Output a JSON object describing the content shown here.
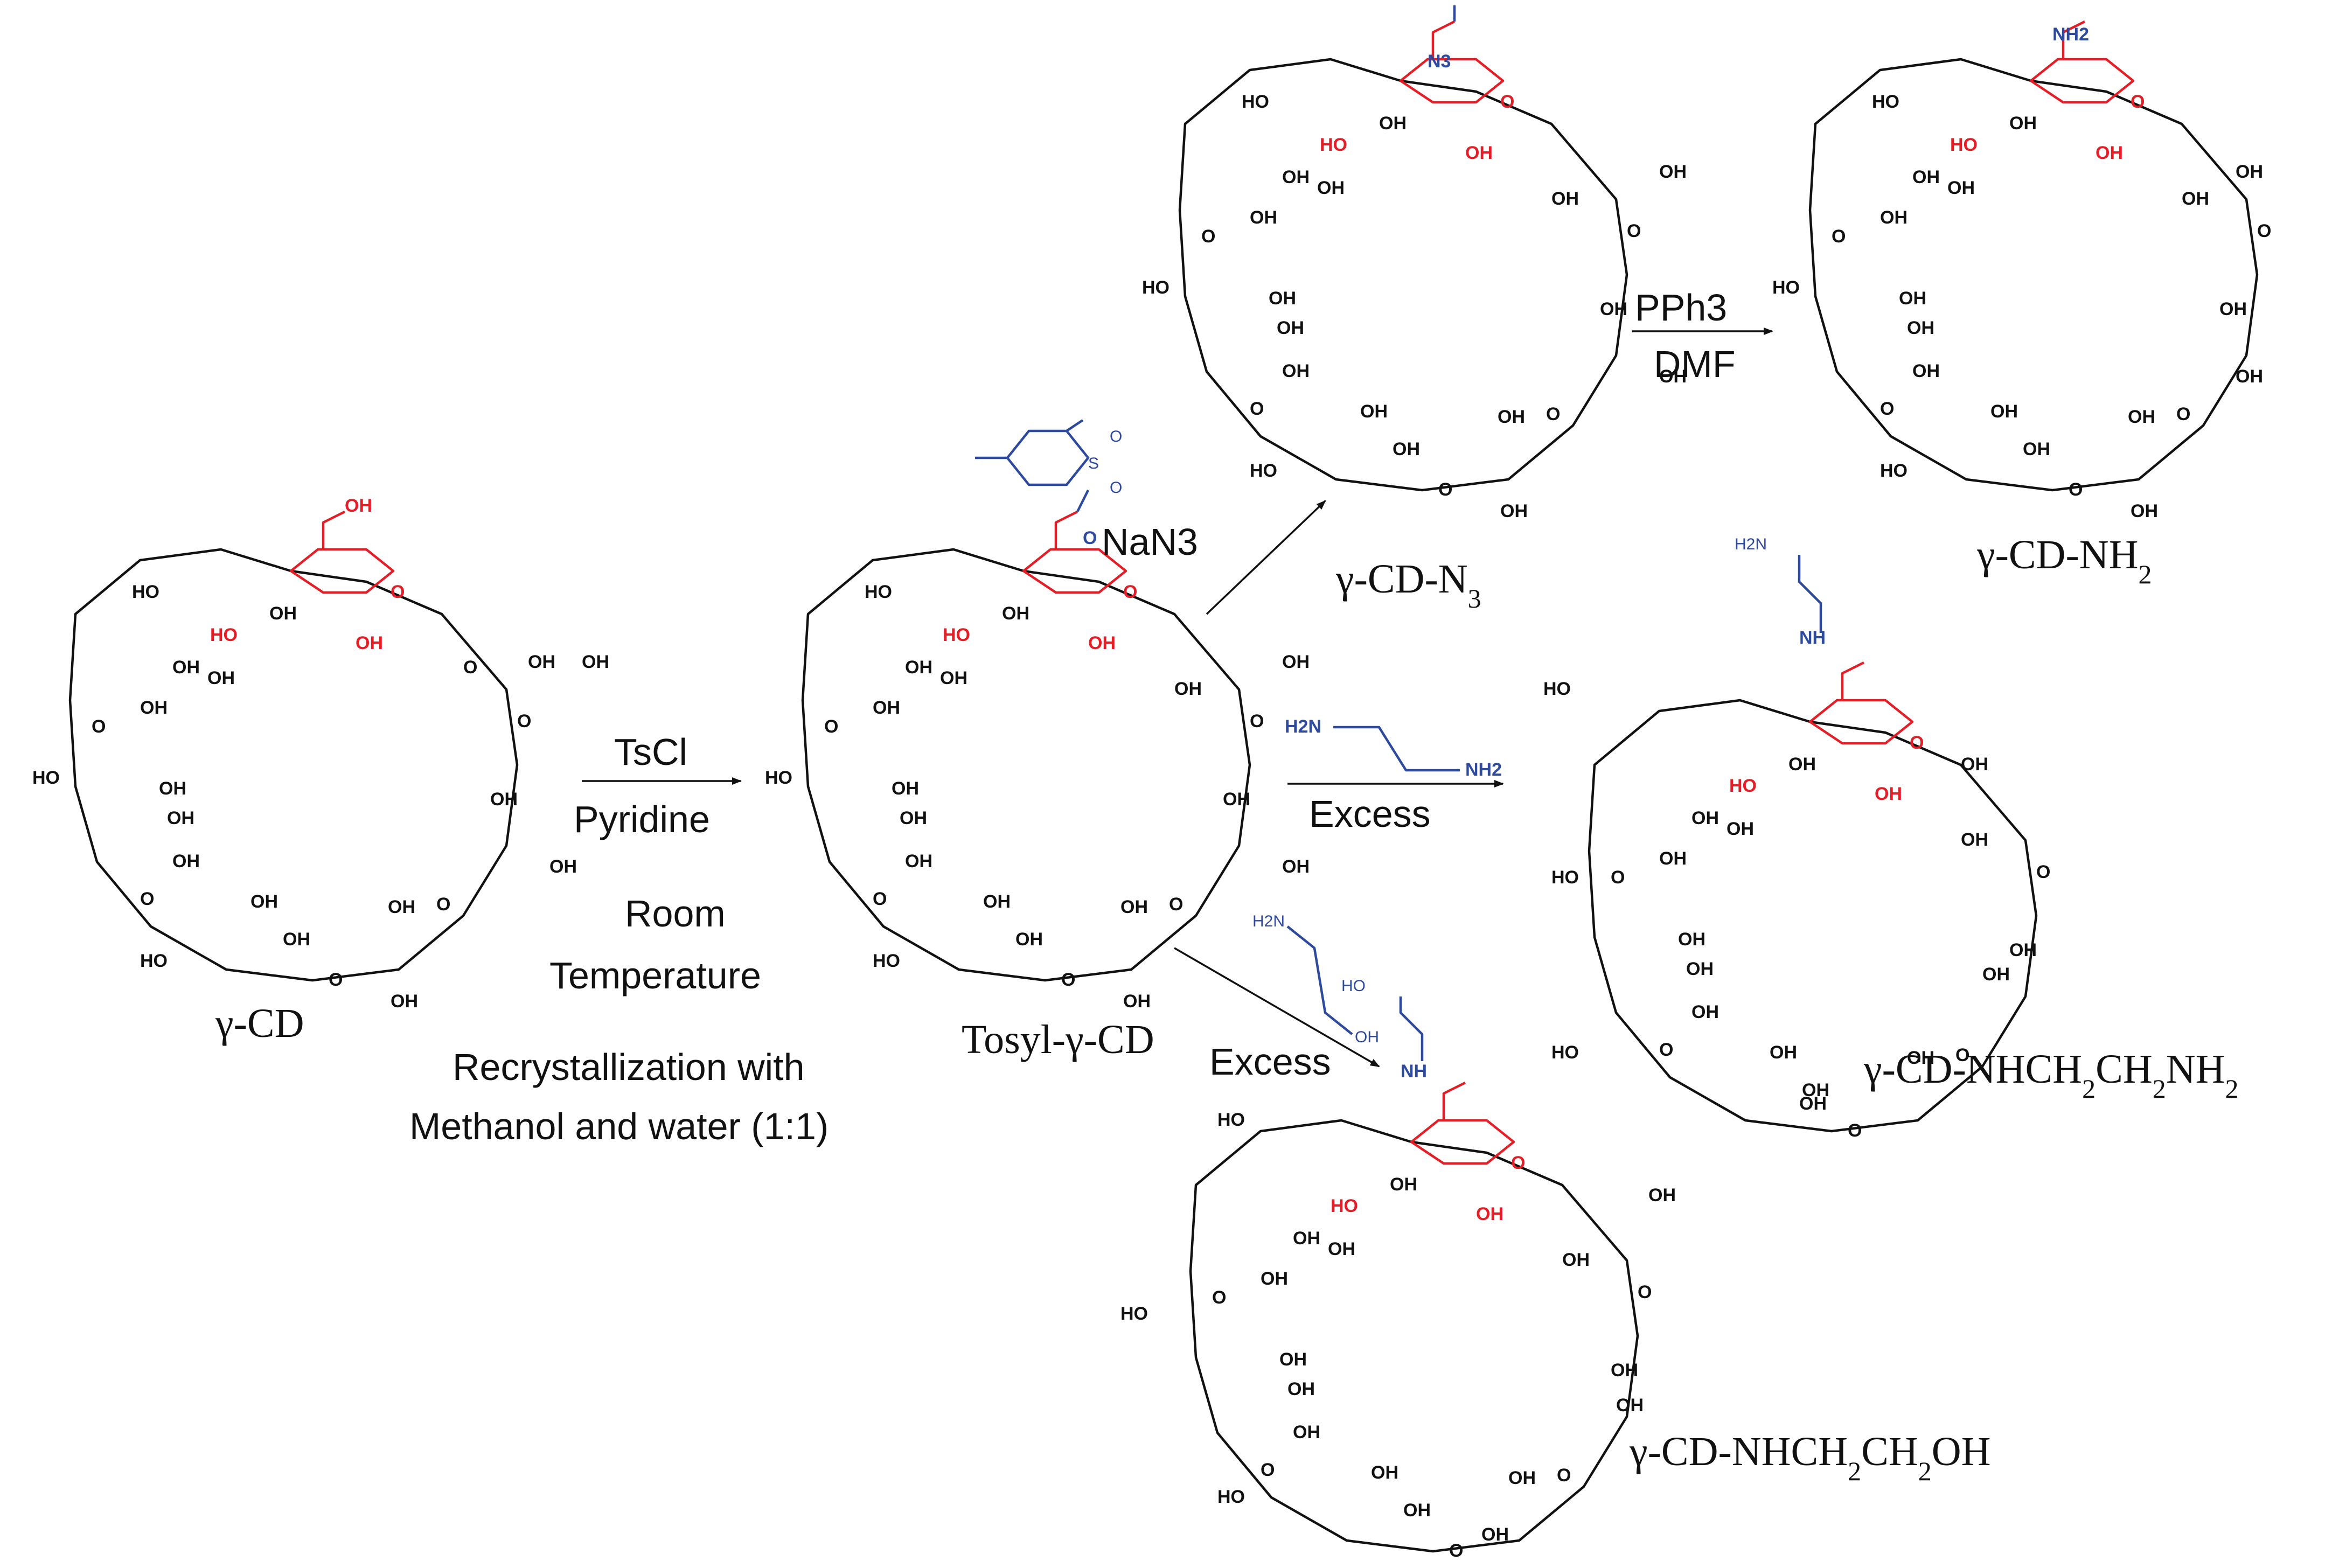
{
  "labels": {
    "oh": "OH",
    "ho": "HO",
    "o": "O",
    "n3": "N3",
    "nh2": "NH2",
    "h2n": "H2N",
    "nh": "NH",
    "s": "S",
    "ho_chain": "HO"
  },
  "colors": {
    "black": "#111111",
    "red": "#e41e26",
    "blue": "#2e4a9e"
  },
  "conditions": {
    "tscl": "TsCl",
    "pyridine": "Pyridine",
    "room": "Room",
    "temperature": "Temperature",
    "recryst_1": "Recrystallization with",
    "recryst_2": "Methanol and water (1:1)",
    "nan3": "NaN3",
    "pph3": "PPh3",
    "dmf": "DMF",
    "excess_1": "Excess",
    "excess_2": "Excess"
  },
  "compounds": {
    "gcd": "γ-CD",
    "tosyl": "Tosyl-γ-CD",
    "n3": "γ-CD-N",
    "n3_sub": "3",
    "nh2": "γ-CD-NH",
    "nh2_sub": "2",
    "eda_a": "γ-CD-NHCH",
    "eda_s1": "2",
    "eda_b": "CH",
    "eda_s2": "2",
    "eda_c": "NH",
    "eda_s3": "2",
    "eta_a": "γ-CD-NHCH",
    "eta_s1": "2",
    "eta_b": "CH",
    "eta_s2": "2",
    "eta_c": "OH"
  },
  "reagents": {
    "ethylenediamine_left": "H2N",
    "ethylenediamine_right": "NH2",
    "ethanolamine_top": "H2N",
    "ethanolamine_bottom": "OH"
  }
}
